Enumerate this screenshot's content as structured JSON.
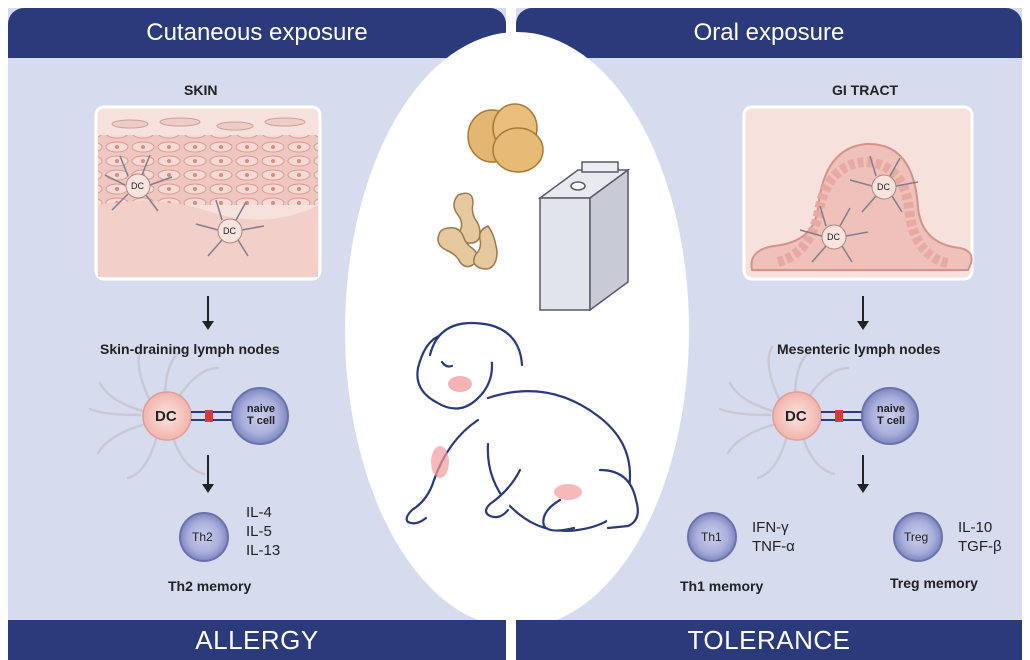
{
  "left": {
    "header": "Cutaneous exposure",
    "tissue_label": "SKIN",
    "dc_small_1": "DC",
    "dc_small_2": "DC",
    "lymph_label": "Skin-draining lymph nodes",
    "dc_label": "DC",
    "naive_label_1": "naive",
    "naive_label_2": "T cell",
    "th_label": "Th2",
    "cytokines": [
      "IL-4",
      "IL-5",
      "IL-13"
    ],
    "memory_label": "Th2 memory",
    "footer": "ALLERGY"
  },
  "right": {
    "header": "Oral exposure",
    "tissue_label": "GI TRACT",
    "dc_small_1": "DC",
    "dc_small_2": "DC",
    "lymph_label": "Mesenteric lymph nodes",
    "dc_label": "DC",
    "naive_label_1": "naive",
    "naive_label_2": "T cell",
    "th1_label": "Th1",
    "th1_cytokines": [
      "IFN-γ",
      "TNF-α"
    ],
    "th1_memory": "Th1 memory",
    "treg_label": "Treg",
    "treg_cytokines": [
      "IL-10",
      "TGF-β"
    ],
    "treg_memory": "Treg memory",
    "footer": "TOLERANCE"
  },
  "colors": {
    "bar": "#2b3a7a",
    "panel": "#d6dbee",
    "skin": "#f2c9c4",
    "dc_fill": "#f6c9c3",
    "tcell": "#8c93c7",
    "baby_outline": "#2b3a7a"
  },
  "icons": [
    "egg-icon",
    "peanut-icon",
    "milk-carton-icon",
    "baby-illustration"
  ]
}
